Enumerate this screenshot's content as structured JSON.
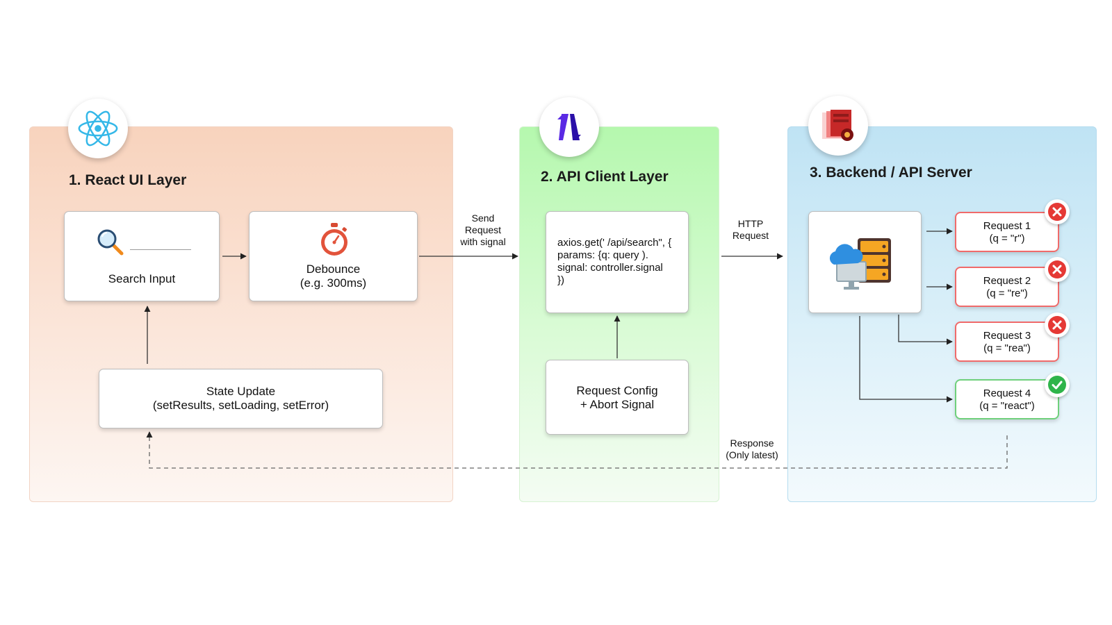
{
  "layers": {
    "react": {
      "title": "1. React UI Layer",
      "icon": "react-atom-icon"
    },
    "api": {
      "title": "2. API Client Layer",
      "icon": "axios-logo-icon"
    },
    "backend": {
      "title": "3. Backend / API Server",
      "icon": "server-gear-icon"
    }
  },
  "nodes": {
    "search_input": {
      "label": "Search Input",
      "icon": "magnifier-icon"
    },
    "debounce": {
      "line1": "Debounce",
      "line2": "(e.g. 300ms)",
      "icon": "stopwatch-icon"
    },
    "state_update": {
      "line1": "State Update",
      "line2": "(setResults, setLoading, setError)"
    },
    "axios_code": {
      "line1": "axios.get(' /api/search\", {",
      "line2": "params: {q: query ).",
      "line3": "signal: controller.signal",
      "line4": "})"
    },
    "request_config": {
      "line1": "Request Config",
      "line2": "+ Abort Signal"
    },
    "server": {
      "icon": "cloud-server-icon"
    }
  },
  "requests": [
    {
      "line1": "Request 1",
      "line2": "(q = \"r\")",
      "status": "cancelled",
      "icon": "x-circle-icon"
    },
    {
      "line1": "Request 2",
      "line2": "(q = \"re\")",
      "status": "cancelled",
      "icon": "x-circle-icon"
    },
    {
      "line1": "Request 3",
      "line2": "(q = \"rea\")",
      "status": "cancelled",
      "icon": "x-circle-icon"
    },
    {
      "line1": "Request 4",
      "line2": "(q = \"react\")",
      "status": "success",
      "icon": "check-circle-icon"
    }
  ],
  "edges": {
    "send": {
      "line1": "Send",
      "line2": "Request",
      "line3": "with signal"
    },
    "http": {
      "line1": "HTTP",
      "line2": "Request"
    },
    "response": {
      "line1": "Response",
      "line2": "(Only latest)"
    }
  },
  "colors": {
    "react_panel": "#f8d3bd",
    "api_panel": "#b5f8ae",
    "backend_panel": "#bfe3f4",
    "cancel": "#e53935",
    "success": "#2fb44a",
    "react_blue": "#35b8e8",
    "axios_purple": "#5a29e4"
  }
}
